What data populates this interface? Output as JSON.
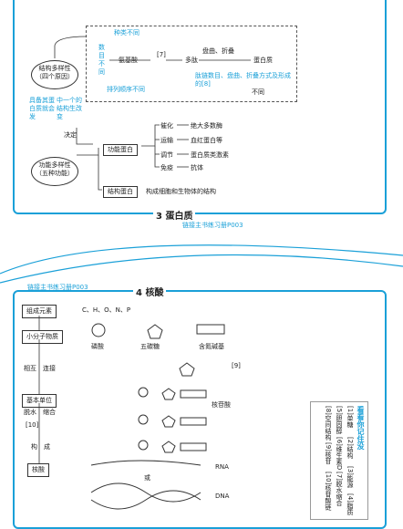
{
  "protein": {
    "heading": "3 蛋白质",
    "link": "链接主书练习册P003",
    "amino_acid": "氨基酸",
    "polypeptide": "多肽",
    "polypeptide_sup": "[7]",
    "protein": "蛋白质",
    "fold": "盘曲、折叠",
    "species": "种类不同",
    "number": "数目不同",
    "order": "排列顺序不同",
    "chain_diff": "肽链数目、盘曲、折叠方式及形成的[8]",
    "chain_diff_end": "不同",
    "structure_div": "结构多样性",
    "structure_sub": "（四个原因）",
    "function_div": "功能多样性",
    "function_sub": "（五种功能）",
    "blue_cause": "具备其蛋白质就会发",
    "blue_cause2": "中一个的结构生改变",
    "decide": "决定",
    "func_protein": "功能蛋白",
    "struct_protein": "结构蛋白",
    "funcs": [
      "催化",
      "运输",
      "调节",
      "免疫"
    ],
    "examples": [
      "绝大多数酶",
      "血红蛋白等",
      "蛋白质类激素",
      "抗体"
    ],
    "struct_example": "构成细胞和生物体的结构"
  },
  "nucleic": {
    "heading": "4 核酸",
    "link": "链接主书练习册P003",
    "elements": "组成元素",
    "elements_val": "C、H、O、N、P",
    "small_mol": "小分子物质",
    "phosphate": "磷酸",
    "pentose": "五碳糖",
    "base": "含氮碱基",
    "link_label": "相互　连接",
    "unit": "基本单位",
    "dehydrate": "脱水　缩合",
    "ten": "[10]",
    "nine": "[9]",
    "form": "构　成",
    "nucleic": "核酸",
    "nucleotide_chain": "核苷酸",
    "rna": "RNA",
    "or": "或",
    "dna": "DNA"
  },
  "answers": {
    "title": "看看你记住没",
    "items": [
      "[1]单糖",
      "[2]结构",
      "[3]能源",
      "[4]脂质",
      "[5]胆固醇",
      "[6]维生素D",
      "[7]脱水缩合",
      "[8]空间结构",
      "[9]核苷",
      "[10]核苷酸链"
    ]
  }
}
